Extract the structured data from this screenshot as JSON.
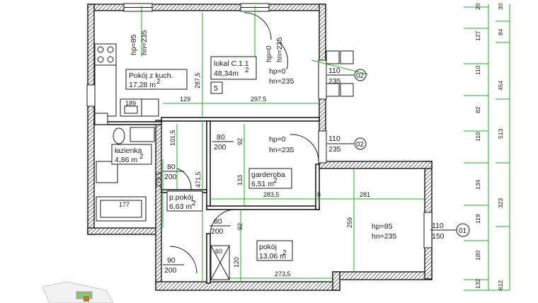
{
  "unit": {
    "label": "lokal C.1.1",
    "area": "48,34m",
    "area_sup": "2",
    "number": "5"
  },
  "rooms": [
    {
      "id": "kitchen",
      "name": "Pokój z  kuch.",
      "area": "17,28  m",
      "sup": "2"
    },
    {
      "id": "bath",
      "name": "łazienka",
      "area": "4,86  m",
      "sup": "2"
    },
    {
      "id": "wardrobe",
      "name": "garderoba",
      "area": "6,51  m",
      "sup": "2"
    },
    {
      "id": "small",
      "name": "p.pokój",
      "area": "6,63  m",
      "sup": "2"
    },
    {
      "id": "room",
      "name": "pokój",
      "area": "13,06  m",
      "sup": "2"
    }
  ],
  "windows": [
    {
      "id": "w1",
      "hp": "hp=85",
      "hn": "hn=235"
    },
    {
      "id": "w2",
      "hp": "hp=0",
      "hn": "hn=235"
    },
    {
      "id": "w3",
      "hp": "hp=0",
      "hn": "hn=235"
    },
    {
      "id": "w4",
      "hp": "hp=0",
      "hn": "hn=235"
    },
    {
      "id": "w5",
      "hp": "hp=85",
      "hn": "hn=235"
    }
  ],
  "window_markers": [
    {
      "id": "m1",
      "top": "110",
      "bottom": "235",
      "code": "02"
    },
    {
      "id": "m2",
      "top": "110",
      "bottom": "235",
      "code": "02"
    },
    {
      "id": "m3",
      "top": "110",
      "bottom": "150",
      "code": "01"
    }
  ],
  "doors": [
    {
      "id": "d1",
      "w": "80",
      "h": "200"
    },
    {
      "id": "d2",
      "w": "80",
      "h": "200"
    },
    {
      "id": "d3",
      "w": "80",
      "h": "200"
    },
    {
      "id": "d4",
      "w": "90",
      "h": "200"
    }
  ],
  "dimensions": {
    "d287": "287,5",
    "d129": "129",
    "d2975": "297,5",
    "d1015": "101,5",
    "d2795": "279,5",
    "d4715": "471,5",
    "d133": "133",
    "d92a": "92",
    "d92b": "92",
    "d2835": "283,5",
    "d8": "8",
    "d281": "281",
    "d259": "259",
    "d120": "120",
    "d2735": "273,5",
    "d60": "60",
    "d177": "177",
    "d189": "189"
  },
  "right_dims_inner": [
    "20",
    "127",
    "110",
    "82",
    "110",
    "134",
    "119",
    "180",
    "132"
  ],
  "right_dims_outer": [
    "30",
    "84",
    "454",
    "513",
    "323",
    "612"
  ]
}
